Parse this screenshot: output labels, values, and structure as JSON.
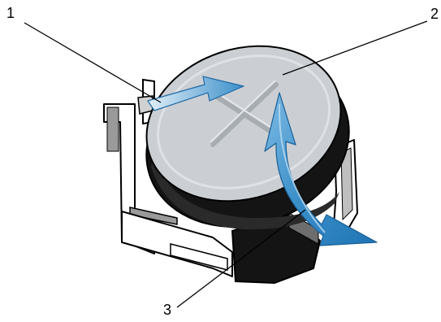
{
  "callouts": [
    {
      "number": "1"
    },
    {
      "number": "2"
    },
    {
      "number": "3"
    }
  ],
  "colors": {
    "battery_face": "#cbcfd3",
    "battery_rim_dark": "#141414",
    "holder_outline": "#000000",
    "holder_shade": "#9a9a9a",
    "arrow_blue": "#3a8fc9",
    "arrow_light": "#bcdcf2",
    "leader_line": "#000000"
  },
  "icons": {
    "battery": "coin-cell-battery-icon",
    "insert_arrow": "curved-double-arrow-icon",
    "tab_arrow": "pointer-arrow-icon"
  }
}
